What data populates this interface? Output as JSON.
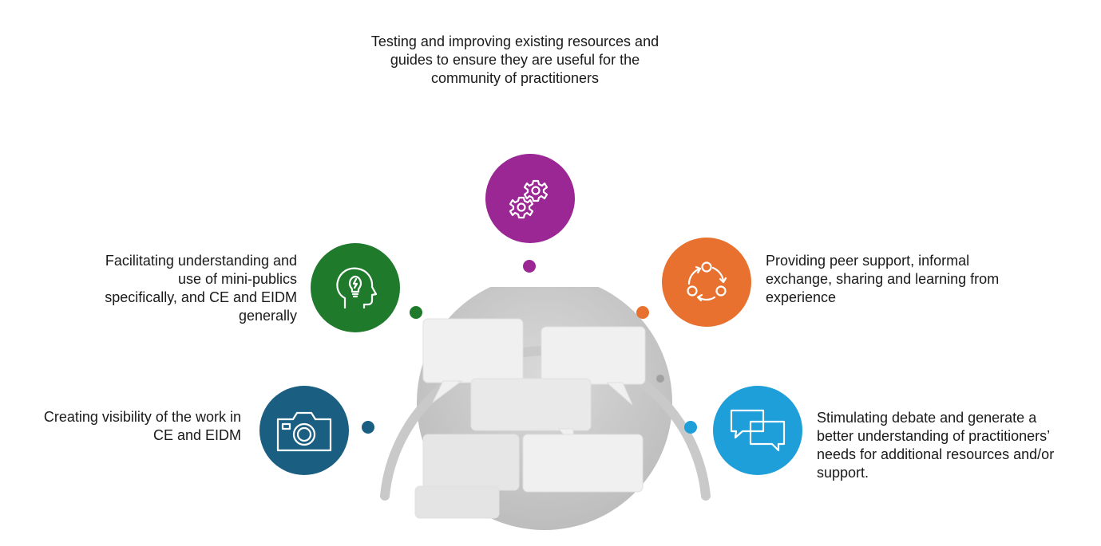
{
  "items": [
    {
      "key": "top",
      "text": "Testing and improving existing resources and\nguides to ensure they are useful for the\ncommunity of practitioners",
      "color": "#9b2795",
      "icon": "gears-icon"
    },
    {
      "key": "left-upper",
      "text": "Facilitating understanding and\nuse of mini-publics\nspecifically, and CE and EIDM\ngenerally",
      "color": "#1f7a2c",
      "icon": "head-lightbulb-icon"
    },
    {
      "key": "right-upper",
      "text": "Providing peer support, informal\nexchange, sharing and learning from\nexperience",
      "color": "#e8712f",
      "icon": "cycle-arrows-icon"
    },
    {
      "key": "left-lower",
      "text": "Creating visibility of the work in\nCE and EIDM",
      "color": "#1a5f82",
      "icon": "camera-icon"
    },
    {
      "key": "right-lower",
      "text": "Stimulating debate and generate a\nbetter understanding of practitioners’\nneeds for additional resources and/or\nsupport.",
      "color": "#1e9fd9",
      "icon": "speech-bubbles-icon"
    }
  ]
}
